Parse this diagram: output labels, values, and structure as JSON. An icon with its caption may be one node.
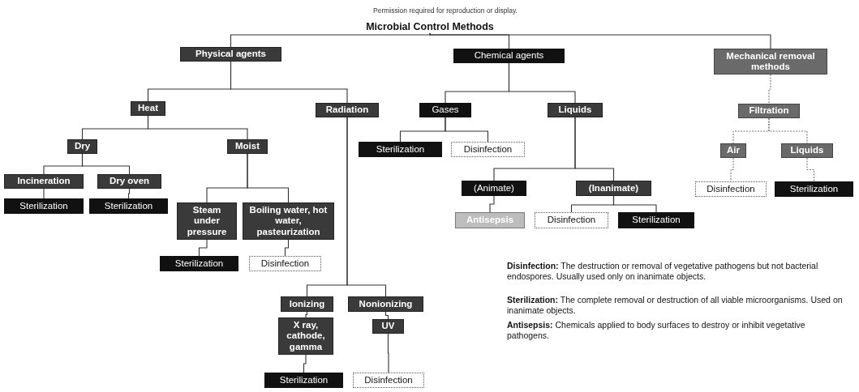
{
  "diagram": {
    "nodes": [
      {
        "text": [
          "Microbial Control Methods"
        ]
      },
      {
        "text": [
          "Physical agents"
        ]
      },
      {
        "text": [
          "Chemical agents"
        ]
      },
      {
        "text": [
          "Mechanical removal methods"
        ]
      },
      {
        "text": [
          "Heat"
        ]
      },
      {
        "text": [
          "Radiation"
        ]
      },
      {
        "text": [
          "Gases"
        ]
      },
      {
        "text": [
          "Liquids"
        ]
      },
      {
        "text": [
          "Filtration"
        ]
      },
      {
        "text": [
          "Dry"
        ]
      },
      {
        "text": [
          "Moist"
        ]
      },
      {
        "text": [
          "Sterilization"
        ]
      },
      {
        "text": [
          "Disinfection"
        ]
      },
      {
        "text": [
          "Air"
        ]
      },
      {
        "text": [
          "Liquids"
        ]
      },
      {
        "text": [
          "Incineration"
        ]
      },
      {
        "text": [
          "Dry oven"
        ]
      },
      {
        "text": [
          "(Animate)"
        ]
      },
      {
        "text": [
          "(Inanimate)"
        ]
      },
      {
        "text": [
          "Disinfection"
        ]
      },
      {
        "text": [
          "Sterilization"
        ]
      },
      {
        "text": [
          "Sterilization"
        ]
      },
      {
        "text": [
          "Sterilization"
        ]
      },
      {
        "text": [
          "Steam under pressure"
        ]
      },
      {
        "text": [
          "Boiling water, hot water, pasteurization"
        ]
      },
      {
        "text": [
          "Antisepsis"
        ]
      },
      {
        "text": [
          "Disinfection"
        ]
      },
      {
        "text": [
          "Sterilization"
        ]
      },
      {
        "text": [
          "Sterilization"
        ]
      },
      {
        "text": [
          "Disinfection"
        ]
      },
      {
        "text": [
          "Ionizing"
        ]
      },
      {
        "text": [
          "Nonionizing"
        ]
      },
      {
        "text": [
          "X ray, cathode, gamma"
        ]
      },
      {
        "text": [
          "UV"
        ]
      },
      {
        "text": [
          "Sterilization"
        ]
      },
      {
        "text": [
          "Disinfection"
        ]
      }
    ],
    "edges": [
      {
        "from": 0,
        "to": 1,
        "arrow": "none"
      },
      {
        "from": 0,
        "to": 2,
        "arrow": "none"
      },
      {
        "from": 0,
        "to": 3,
        "arrow": "none"
      },
      {
        "from": 1,
        "to": 4,
        "arrow": "none"
      },
      {
        "from": 1,
        "to": 5,
        "arrow": "none"
      },
      {
        "from": 2,
        "to": 6,
        "arrow": "none"
      },
      {
        "from": 2,
        "to": 7,
        "arrow": "none"
      },
      {
        "from": 3,
        "to": 8,
        "arrow": "none",
        "style": "dashed"
      },
      {
        "from": 4,
        "to": 9,
        "arrow": "none"
      },
      {
        "from": 4,
        "to": 10,
        "arrow": "none"
      },
      {
        "from": 5,
        "to": 30,
        "arrow": "none"
      },
      {
        "from": 5,
        "to": 31,
        "arrow": "none"
      },
      {
        "from": 6,
        "to": 11,
        "arrow": "none"
      },
      {
        "from": 6,
        "to": 12,
        "arrow": "none"
      },
      {
        "from": 7,
        "to": 17,
        "arrow": "none"
      },
      {
        "from": 7,
        "to": 18,
        "arrow": "none"
      },
      {
        "from": 8,
        "to": 13,
        "arrow": "none",
        "style": "dashed"
      },
      {
        "from": 8,
        "to": 14,
        "arrow": "none",
        "style": "dashed"
      },
      {
        "from": 9,
        "to": 15,
        "arrow": "none"
      },
      {
        "from": 9,
        "to": 16,
        "arrow": "none"
      },
      {
        "from": 10,
        "to": 23,
        "arrow": "none"
      },
      {
        "from": 10,
        "to": 24,
        "arrow": "none"
      },
      {
        "from": 13,
        "to": 19,
        "arrow": "none",
        "style": "dashed"
      },
      {
        "from": 14,
        "to": 20,
        "arrow": "none",
        "style": "dashed"
      },
      {
        "from": 15,
        "to": 21,
        "arrow": "none"
      },
      {
        "from": 16,
        "to": 22,
        "arrow": "none"
      },
      {
        "from": 17,
        "to": 25,
        "arrow": "none"
      },
      {
        "from": 18,
        "to": 26,
        "arrow": "none"
      },
      {
        "from": 18,
        "to": 27,
        "arrow": "none"
      },
      {
        "from": 23,
        "to": 28,
        "arrow": "none"
      },
      {
        "from": 24,
        "to": 29,
        "arrow": "none"
      },
      {
        "from": 30,
        "to": 32,
        "arrow": "none"
      },
      {
        "from": 31,
        "to": 33,
        "arrow": "none"
      },
      {
        "from": 32,
        "to": 34,
        "arrow": "none"
      },
      {
        "from": 33,
        "to": 35,
        "arrow": "none"
      }
    ],
    "labels": [
      "Permission required for reproduction or display.",
      "**Disinfection:** The destruction or removal of vegetative pathogens but not bacterial endospores. Usually used only on inanimate objects.",
      "**Sterilization:** The complete removal or destruction of all viable microorganisms. Used on inanimate objects.",
      "**Antisepsis:** Chemicals applied to body surfaces to destroy or inhibit vegetative pathogens."
    ]
  }
}
